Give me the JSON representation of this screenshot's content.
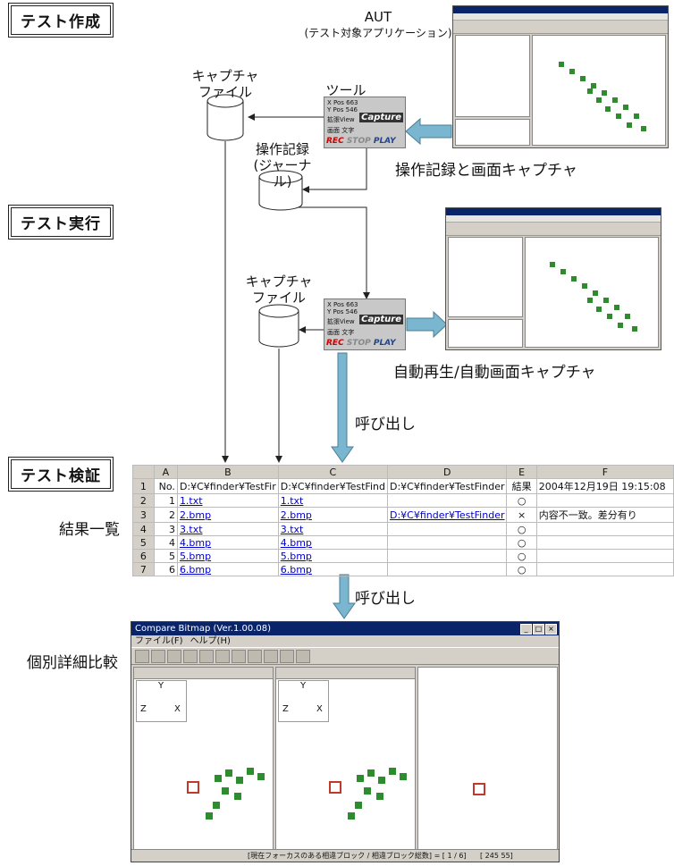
{
  "sections": {
    "create": "テスト作成",
    "run": "テスト実行",
    "verify": "テスト検証"
  },
  "aut": {
    "line1": "AUT",
    "line2": "(テスト対象アプリケーション)"
  },
  "labels": {
    "capture_file": "キャプチャ\nファイル",
    "tool": "ツール",
    "journal_line1": "操作記録",
    "journal_line2": "(ジャーナル)",
    "record_capture": "操作記録と画面キャプチャ",
    "capture_file2": "キャプチャ\nファイル",
    "auto_replay": "自動再生/自動画面キャプチャ",
    "call1": "呼び出し",
    "result_list": "結果一覧",
    "call2": "呼び出し",
    "detail": "個別詳細比較"
  },
  "tool_panel": {
    "xpos": "X Pos  663",
    "ypos": "Y Pos  546",
    "expand": "拡張View",
    "capture": "Capture",
    "screen": "画面",
    "text": "文字",
    "rec": "REC",
    "stop": "STOP",
    "play": "PLAY"
  },
  "sheet": {
    "cols": [
      "",
      "A",
      "B",
      "C",
      "D",
      "E",
      "F"
    ],
    "rows": [
      [
        "1",
        "No.",
        "D:¥C¥finder¥TestFir",
        "D:¥C¥finder¥TestFind",
        "D:¥C¥finder¥TestFinder",
        "結果",
        "2004年12月19日 19:15:08"
      ],
      [
        "2",
        "1",
        "1.txt",
        "1.txt",
        "",
        "○",
        ""
      ],
      [
        "3",
        "2",
        "2.bmp",
        "2.bmp",
        "D:¥C¥finder¥TestFinder",
        "×",
        "内容不一致。差分有り"
      ],
      [
        "4",
        "3",
        "3.txt",
        "3.txt",
        "",
        "○",
        ""
      ],
      [
        "5",
        "4",
        "4.bmp",
        "4.bmp",
        "",
        "○",
        ""
      ],
      [
        "6",
        "5",
        "5.bmp",
        "5.bmp",
        "",
        "○",
        ""
      ],
      [
        "7",
        "6",
        "6.bmp",
        "6.bmp",
        "",
        "○",
        ""
      ]
    ]
  },
  "compare": {
    "title": "Compare Bitmap  (Ver.1.00.08)",
    "menu_file": "ファイル(F)",
    "menu_help": "ヘルプ(H)",
    "status": "[現在フォーカスのある相違ブロック / 相違ブロック総数] = [ 1 / 6]",
    "coords": "[ 245   55]"
  },
  "colors": {
    "accent": "#7ab6d0",
    "node": "#2e8b2e",
    "diff": "#c0392b"
  }
}
